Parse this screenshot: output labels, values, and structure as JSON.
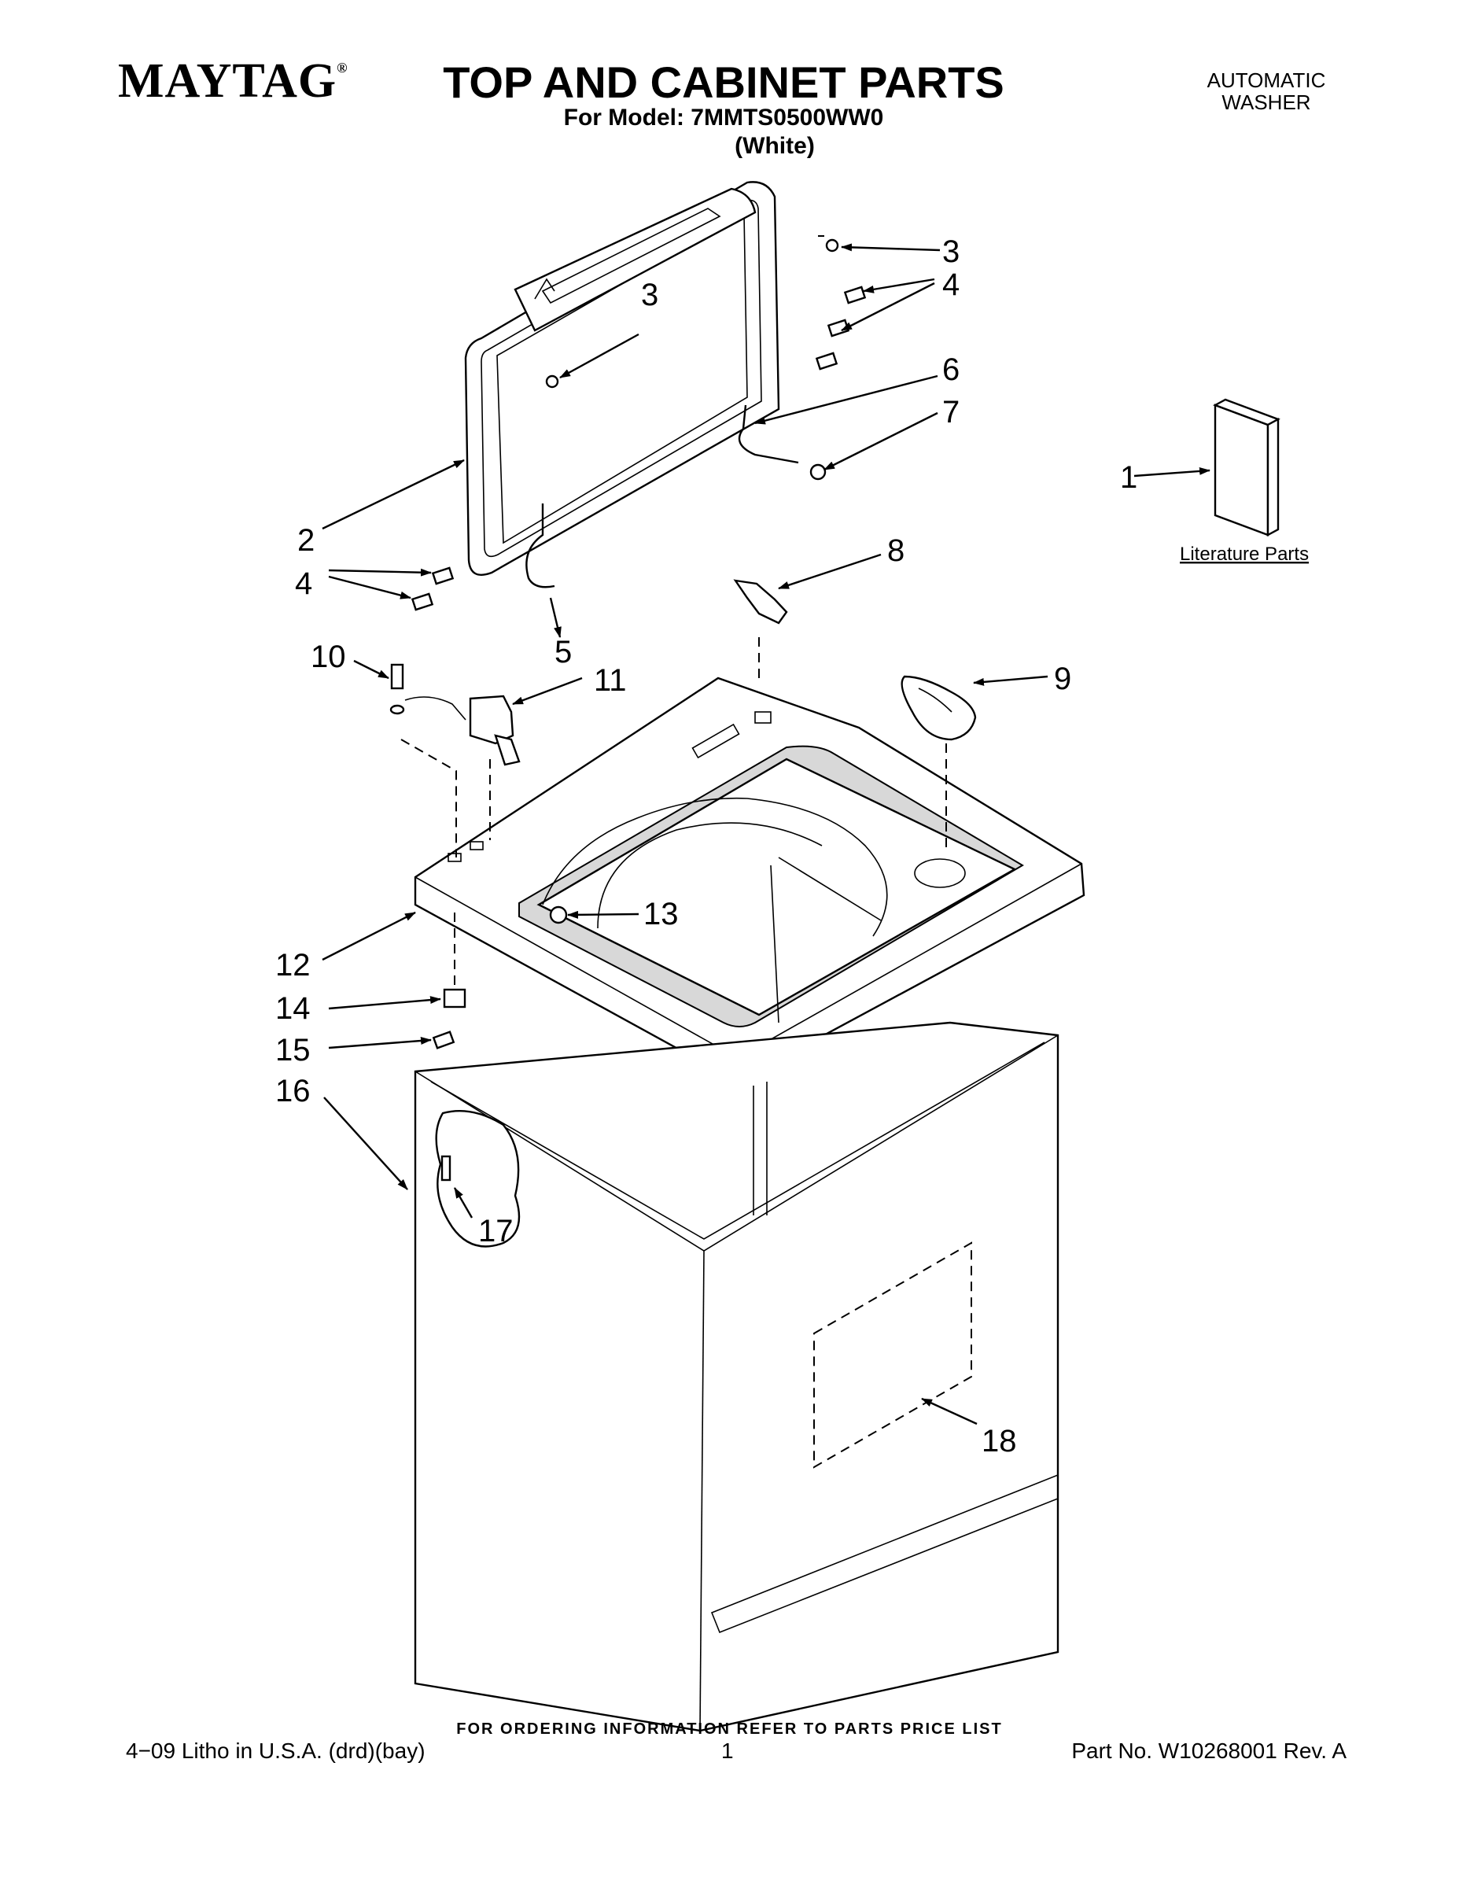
{
  "header": {
    "brand": "MAYTAG",
    "brand_mark": "®",
    "title": "TOP AND CABINET PARTS",
    "model_line": "For Model: 7MMTS0500WW0",
    "color_line": "(White)",
    "category_line1": "AUTOMATIC",
    "category_line2": "WASHER"
  },
  "diagram": {
    "literature_label": "Literature Parts",
    "callouts": {
      "c1": "1",
      "c2": "2",
      "c3a": "3",
      "c3b": "3",
      "c4a": "4",
      "c4b": "4",
      "c5": "5",
      "c6": "6",
      "c7": "7",
      "c8": "8",
      "c9": "9",
      "c10": "10",
      "c11": "11",
      "c12": "12",
      "c13": "13",
      "c14": "14",
      "c15": "15",
      "c16": "16",
      "c17": "17",
      "c18": "18"
    }
  },
  "footer": {
    "ordering_info": "FOR ORDERING INFORMATION REFER TO PARTS PRICE LIST",
    "litho": "4−09 Litho in U.S.A. (drd)(bay)",
    "page_number": "1",
    "part_number": "Part No. W10268001 Rev. A"
  }
}
